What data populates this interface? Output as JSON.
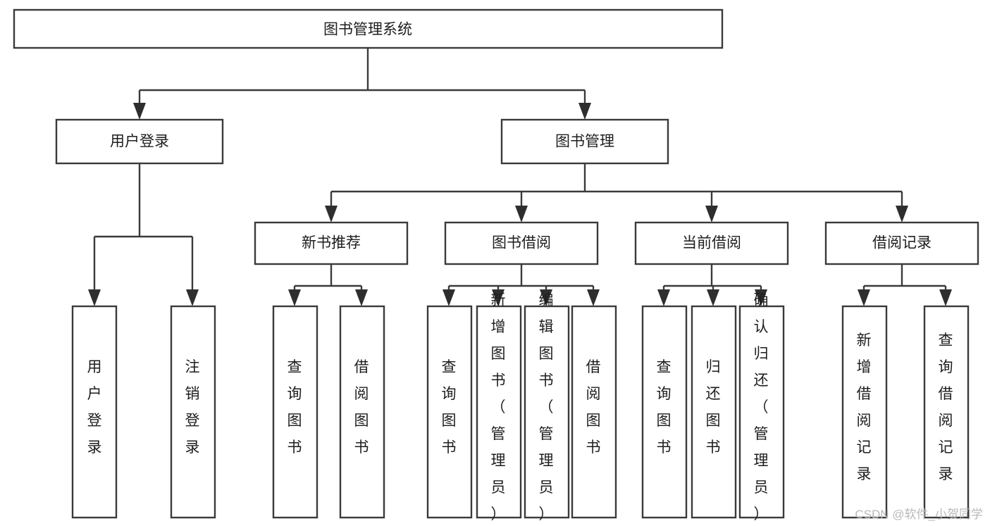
{
  "diagram": {
    "kind": "functional-structure-tree",
    "root": {
      "id": "root",
      "label": "图书管理系统"
    },
    "level2": [
      {
        "id": "user-login",
        "label": "用户登录"
      },
      {
        "id": "book-manage",
        "label": "图书管理"
      }
    ],
    "level3": [
      {
        "id": "new-book-recommend",
        "label": "新书推荐"
      },
      {
        "id": "book-borrow",
        "label": "图书借阅"
      },
      {
        "id": "current-borrow",
        "label": "当前借阅"
      },
      {
        "id": "borrow-record",
        "label": "借阅记录"
      }
    ],
    "leaves": [
      {
        "id": "leaf-user-login",
        "label": "用户登录",
        "parent": "user-login"
      },
      {
        "id": "leaf-logout-login",
        "label": "注销登录",
        "parent": "user-login"
      },
      {
        "id": "leaf-query-book-1",
        "label": "查询图书",
        "parent": "new-book-recommend"
      },
      {
        "id": "leaf-borrow-book-1",
        "label": "借阅图书",
        "parent": "new-book-recommend"
      },
      {
        "id": "leaf-query-book-2",
        "label": "查询图书",
        "parent": "book-borrow"
      },
      {
        "id": "leaf-add-book",
        "label": "新增图书（管理员）",
        "parent": "book-borrow"
      },
      {
        "id": "leaf-edit-book",
        "label": "编辑图书（管理员）",
        "parent": "book-borrow"
      },
      {
        "id": "leaf-borrow-book-2",
        "label": "借阅图书",
        "parent": "book-borrow"
      },
      {
        "id": "leaf-query-book-3",
        "label": "查询图书",
        "parent": "current-borrow"
      },
      {
        "id": "leaf-return-book",
        "label": "归还图书",
        "parent": "current-borrow"
      },
      {
        "id": "leaf-confirm-return",
        "label": "确认归还（管理员）",
        "parent": "current-borrow"
      },
      {
        "id": "leaf-add-record",
        "label": "新增借阅记录",
        "parent": "borrow-record"
      },
      {
        "id": "leaf-query-record",
        "label": "查询借阅记录",
        "parent": "borrow-record"
      }
    ],
    "colors": {
      "box_stroke": "#3a3a3a",
      "box_fill": "#ffffff",
      "connector": "#3a3a3a",
      "text": "#1d1d1d",
      "watermark": "#b9b9b9",
      "background": "#ffffff"
    }
  },
  "watermark": {
    "label": "CSDN @软件_小贺同学"
  }
}
